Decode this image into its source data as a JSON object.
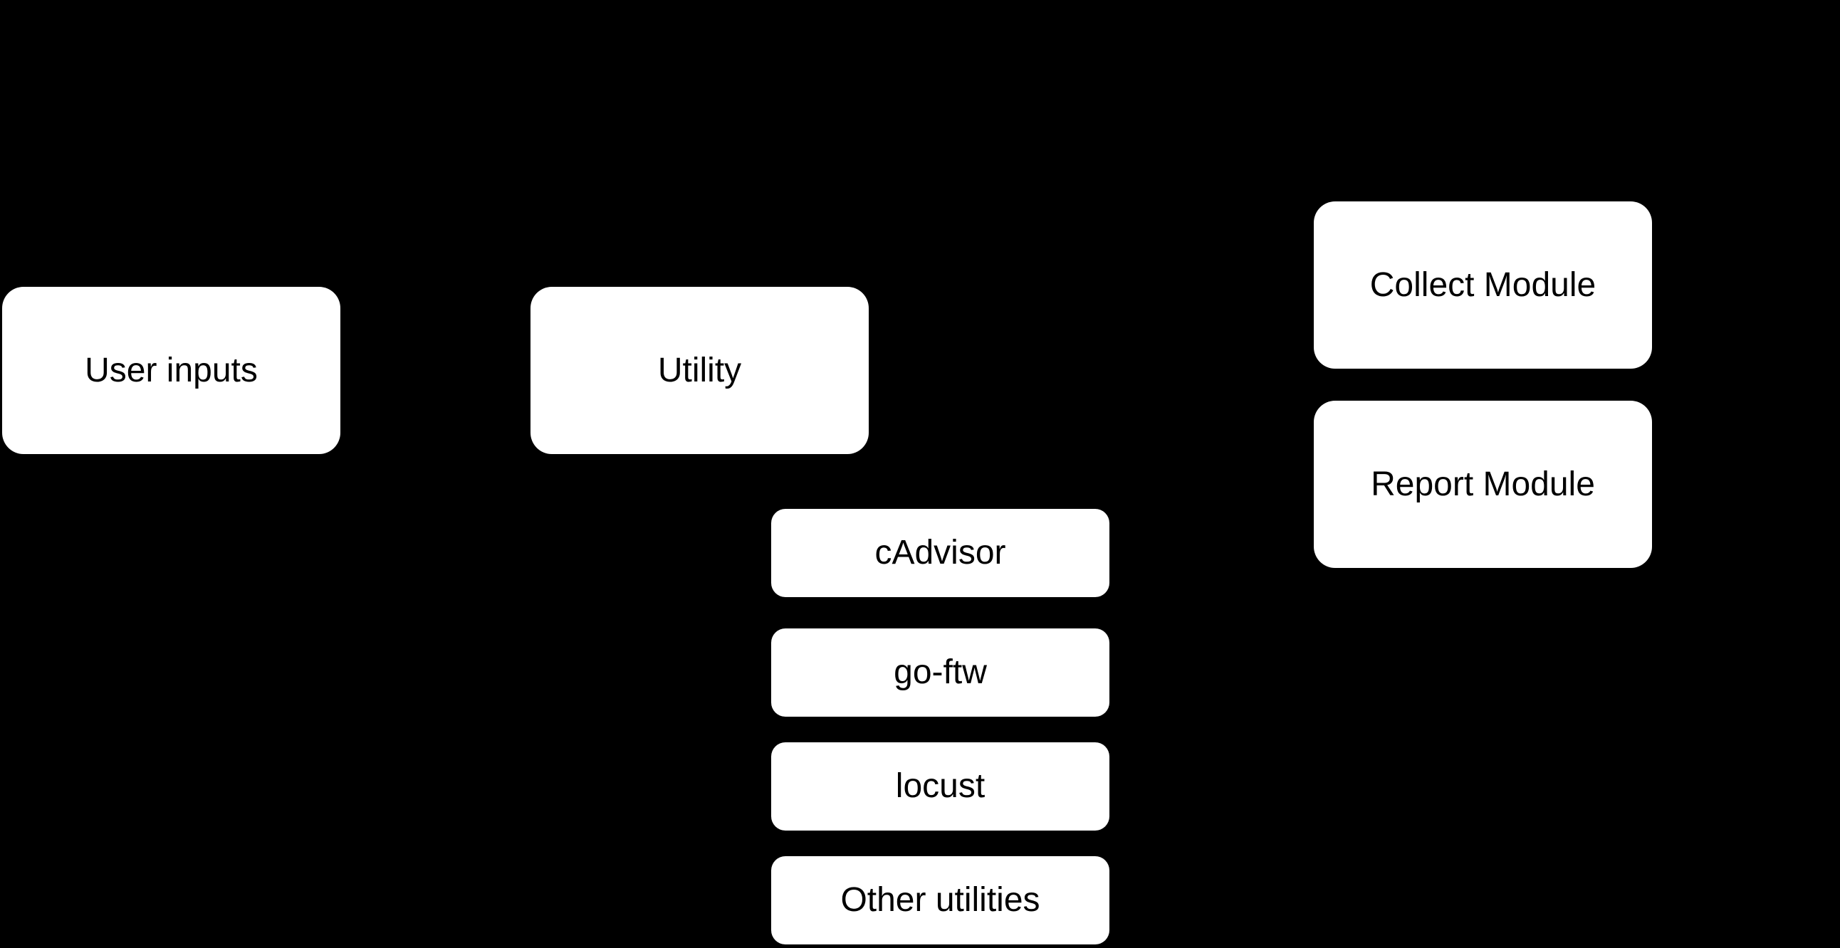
{
  "diagram": {
    "background_color": "#000000",
    "node_fill_color": "#ffffff",
    "node_text_color": "#000000",
    "nodes": [
      {
        "label": "User inputs"
      },
      {
        "label": "Utility"
      },
      {
        "label": "Collect Module"
      },
      {
        "label": "Report Module"
      },
      {
        "label": "cAdvisor"
      },
      {
        "label": "go-ftw"
      },
      {
        "label": "locust"
      },
      {
        "label": "Other utilities"
      }
    ]
  }
}
